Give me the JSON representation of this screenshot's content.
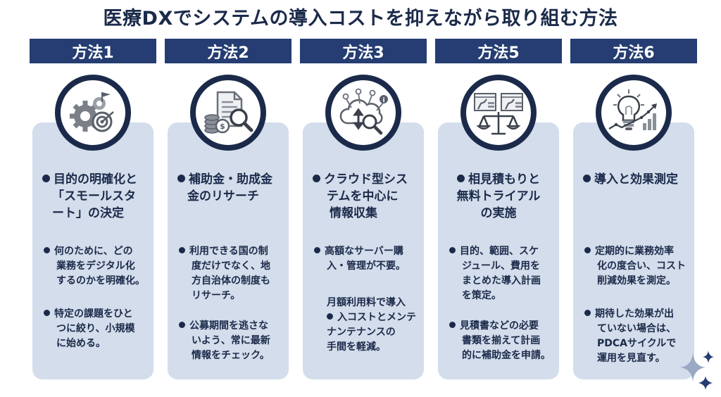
{
  "title": "医療DXでシステムの導入コストを抑えながら取り組む方法",
  "columns": [
    {
      "header": "方法1",
      "icon": "gear-target-icon",
      "main": [
        "目的の明確化と",
        "「スモールスタ",
        "ート」の決定"
      ],
      "bullets": [
        [
          "何のために、どの",
          "業務をデジタル化",
          "するのかを明確化。"
        ],
        [
          "特定の課題をひと",
          "つに絞り、小規模",
          "に始める。"
        ]
      ]
    },
    {
      "header": "方法2",
      "icon": "document-coins-search-icon",
      "main": [
        "補助金・助成金",
        "金のリサーチ"
      ],
      "bullets": [
        [
          "利用できる国の制",
          "度だけでなく、地",
          "方自治体の制度も",
          "リサーチ。"
        ],
        [
          "公募期間を逃さな",
          "いよう、常に最新",
          "情報をチェック。"
        ]
      ]
    },
    {
      "header": "方法3",
      "icon": "cloud-search-icon",
      "main": [
        "クラウド型シス",
        "テムを中心に",
        "情報収集"
      ],
      "bullets": [
        [
          "高額なサーバー購",
          "入・管理が不要。"
        ],
        [
          "月額利用料で導入",
          "入コストとメンテ",
          "ナンテナンスの",
          "手間を軽減。"
        ]
      ]
    },
    {
      "header": "方法5",
      "icon": "scale-compare-icon",
      "main": [
        "相見積もりと",
        "無料トライアル",
        "の実施"
      ],
      "bullets": [
        [
          "目的、範囲、スケ",
          "ジュール、費用を",
          "まとめた導入計画",
          "を策定。"
        ],
        [
          "見積書などの必要",
          "書類を揃えて計画",
          "的に補助金を申請。"
        ]
      ]
    },
    {
      "header": "方法6",
      "icon": "lightbulb-growth-icon",
      "main": [
        "導入と効果測定"
      ],
      "bullets": [
        [
          "定期的に業務効率",
          "化の度合い、コスト",
          "削減効果を測定。"
        ],
        [
          "期待した効果が出",
          "ていない場合は、",
          "PDCAサイクルで",
          "運用を見直す。"
        ]
      ]
    }
  ]
}
